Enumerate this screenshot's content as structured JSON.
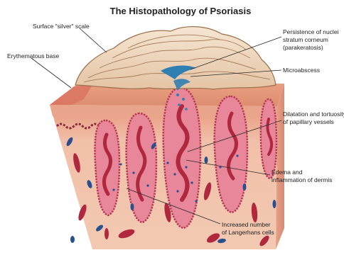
{
  "title": "The Histopathology of Psoriasis",
  "labels": {
    "silver_scale": "Surface \"silver\" scale",
    "erythematous_base": "Erythematous base",
    "parakeratosis": [
      "Persistence of nuclei",
      "stratum corneum",
      "(parakeratosis)"
    ],
    "microabscess": "Microabscess",
    "papillary_vessels": [
      "Dilatation and tortuosity",
      "of papillary vessels"
    ],
    "edema": [
      "Edema and",
      "inflammation of dermis"
    ],
    "langerhans": [
      "Increased number",
      "of Langerhans cells"
    ]
  },
  "colors": {
    "scale": "#ecd3b6",
    "scale_stroke": "#9b6e4c",
    "epidermis_top": "#e8a384",
    "dermis": "#f0bea4",
    "side_dark": "#dc8f76",
    "papilla": "#e77f93",
    "papilla_rim": "#b63a55",
    "vessel": "#b0283e",
    "microabscess": "#2f7fb3",
    "langerhans": "#2a4f8f"
  }
}
